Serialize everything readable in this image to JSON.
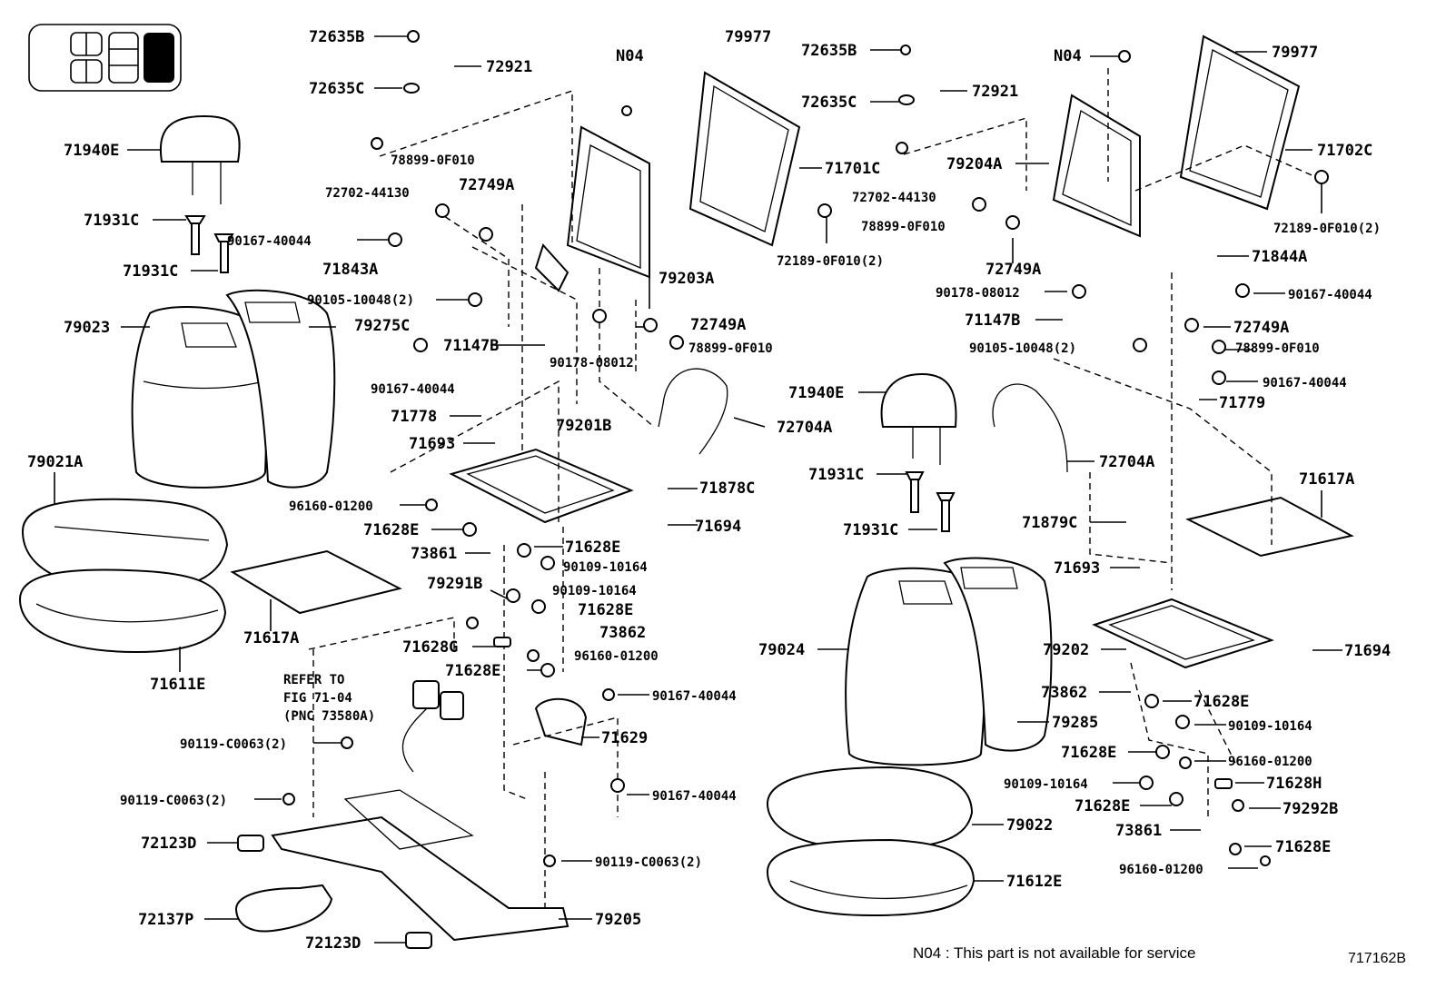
{
  "diagram": {
    "note": "N04 : This part is not available for service",
    "diagram_id": "717162B",
    "refer_text": [
      "REFER TO",
      "FIG 71-04",
      "(PNC 73580A)"
    ]
  },
  "labels": [
    {
      "id": "l1",
      "text": "72635B"
    },
    {
      "id": "l2",
      "text": "72921"
    },
    {
      "id": "l3",
      "text": "72635C"
    },
    {
      "id": "l4",
      "text": "N04"
    },
    {
      "id": "l5",
      "text": "79977"
    },
    {
      "id": "l6",
      "text": "72635B"
    },
    {
      "id": "l7",
      "text": "N04"
    },
    {
      "id": "l8",
      "text": "79977"
    },
    {
      "id": "l9",
      "text": "72635C"
    },
    {
      "id": "l10",
      "text": "72921"
    },
    {
      "id": "l11",
      "text": "71940E"
    },
    {
      "id": "l12",
      "text": "78899-0F010"
    },
    {
      "id": "l13",
      "text": "72702-44130"
    },
    {
      "id": "l14",
      "text": "72749A"
    },
    {
      "id": "l15",
      "text": "71701C"
    },
    {
      "id": "l16",
      "text": "79204A"
    },
    {
      "id": "l17",
      "text": "71702C"
    },
    {
      "id": "l18",
      "text": "71931C"
    },
    {
      "id": "l19",
      "text": "72702-44130"
    },
    {
      "id": "l20",
      "text": "90167-40044"
    },
    {
      "id": "l21",
      "text": "78899-0F010"
    },
    {
      "id": "l22",
      "text": "72189-0F010(2)"
    },
    {
      "id": "l23",
      "text": "71843A"
    },
    {
      "id": "l24",
      "text": "71931C"
    },
    {
      "id": "l25",
      "text": "72189-0F010(2)"
    },
    {
      "id": "l26",
      "text": "72749A"
    },
    {
      "id": "l27",
      "text": "71844A"
    },
    {
      "id": "l28",
      "text": "79203A"
    },
    {
      "id": "l29",
      "text": "90105-10048(2)"
    },
    {
      "id": "l30",
      "text": "79023"
    },
    {
      "id": "l31",
      "text": "79275C"
    },
    {
      "id": "l32",
      "text": "90178-08012"
    },
    {
      "id": "l33",
      "text": "90167-40044"
    },
    {
      "id": "l34",
      "text": "72749A"
    },
    {
      "id": "l35",
      "text": "71147B"
    },
    {
      "id": "l36",
      "text": "78899-0F010"
    },
    {
      "id": "l37",
      "text": "72749A"
    },
    {
      "id": "l38",
      "text": "71147B"
    },
    {
      "id": "l39",
      "text": "90105-10048(2)"
    },
    {
      "id": "l40",
      "text": "90178-08012"
    },
    {
      "id": "l41",
      "text": "78899-0F010"
    },
    {
      "id": "l42",
      "text": "90167-40044"
    },
    {
      "id": "l43",
      "text": "90167-40044"
    },
    {
      "id": "l44",
      "text": "71940E"
    },
    {
      "id": "l45",
      "text": "71779"
    },
    {
      "id": "l46",
      "text": "71778"
    },
    {
      "id": "l47",
      "text": "79201B"
    },
    {
      "id": "l48",
      "text": "72704A"
    },
    {
      "id": "l49",
      "text": "71693"
    },
    {
      "id": "l50",
      "text": "79021A"
    },
    {
      "id": "l51",
      "text": "72704A"
    },
    {
      "id": "l52",
      "text": "71931C"
    },
    {
      "id": "l53",
      "text": "71617A"
    },
    {
      "id": "l54",
      "text": "71878C"
    },
    {
      "id": "l55",
      "text": "96160-01200"
    },
    {
      "id": "l56",
      "text": "71879C"
    },
    {
      "id": "l57",
      "text": "71931C"
    },
    {
      "id": "l58",
      "text": "71628E"
    },
    {
      "id": "l59",
      "text": "71694"
    },
    {
      "id": "l60",
      "text": "71628E"
    },
    {
      "id": "l61",
      "text": "73861"
    },
    {
      "id": "l62",
      "text": "90109-10164"
    },
    {
      "id": "l63",
      "text": "71693"
    },
    {
      "id": "l64",
      "text": "79291B"
    },
    {
      "id": "l65",
      "text": "90109-10164"
    },
    {
      "id": "l66",
      "text": "71628E"
    },
    {
      "id": "l67",
      "text": "71617A"
    },
    {
      "id": "l68",
      "text": "73862"
    },
    {
      "id": "l69",
      "text": "79024"
    },
    {
      "id": "l70",
      "text": "79202"
    },
    {
      "id": "l71",
      "text": "71694"
    },
    {
      "id": "l72",
      "text": "71628G"
    },
    {
      "id": "l73",
      "text": "96160-01200"
    },
    {
      "id": "l74",
      "text": "71611E"
    },
    {
      "id": "l75",
      "text": "71628E"
    },
    {
      "id": "l76",
      "text": "73862"
    },
    {
      "id": "l77",
      "text": "71628E"
    },
    {
      "id": "l78",
      "text": "90167-40044"
    },
    {
      "id": "l79",
      "text": "79285"
    },
    {
      "id": "l80",
      "text": "90109-10164"
    },
    {
      "id": "l81",
      "text": "71629"
    },
    {
      "id": "l82",
      "text": "90119-C0063(2)"
    },
    {
      "id": "l83",
      "text": "71628E"
    },
    {
      "id": "l84",
      "text": "96160-01200"
    },
    {
      "id": "l85",
      "text": "90109-10164"
    },
    {
      "id": "l86",
      "text": "71628H"
    },
    {
      "id": "l87",
      "text": "90119-C0063(2)"
    },
    {
      "id": "l88",
      "text": "90167-40044"
    },
    {
      "id": "l89",
      "text": "71628E"
    },
    {
      "id": "l90",
      "text": "79292B"
    },
    {
      "id": "l91",
      "text": "79022"
    },
    {
      "id": "l92",
      "text": "73861"
    },
    {
      "id": "l93",
      "text": "72123D"
    },
    {
      "id": "l94",
      "text": "71628E"
    },
    {
      "id": "l95",
      "text": "90119-C0063(2)"
    },
    {
      "id": "l96",
      "text": "96160-01200"
    },
    {
      "id": "l97",
      "text": "71612E"
    },
    {
      "id": "l98",
      "text": "72137P"
    },
    {
      "id": "l99",
      "text": "79205"
    },
    {
      "id": "l100",
      "text": "72123D"
    }
  ]
}
